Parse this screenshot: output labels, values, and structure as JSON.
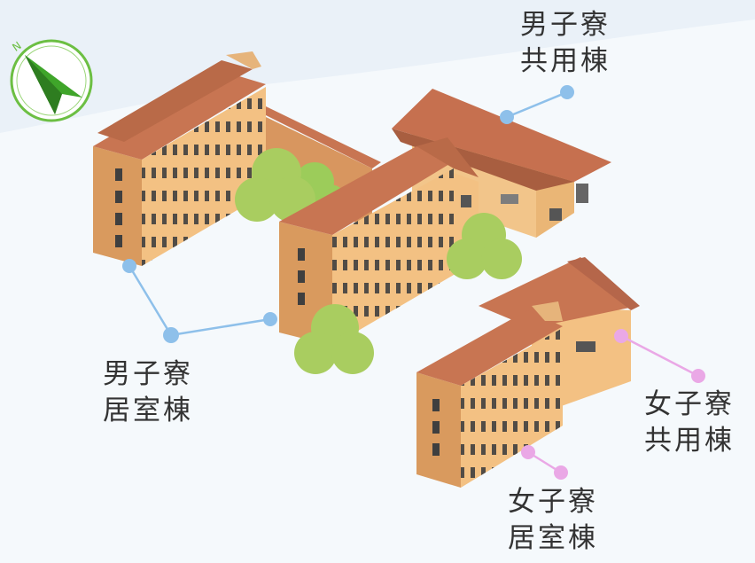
{
  "compass": {
    "letter": "N"
  },
  "labels": {
    "male_common": {
      "line1": "男子寮",
      "line2": "共用棟"
    },
    "male_rooms": {
      "line1": "男子寮",
      "line2": "居室棟"
    },
    "female_common": {
      "line1": "女子寮",
      "line2": "共用棟"
    },
    "female_rooms": {
      "line1": "女子寮",
      "line2": "居室棟"
    }
  },
  "colors": {
    "male_marker": "#8ec0ea",
    "female_marker": "#eaa8e6",
    "roof": "#c87552",
    "wall": "#f3c183",
    "tree": "#a9cd60",
    "compass": "#6cbf43"
  }
}
